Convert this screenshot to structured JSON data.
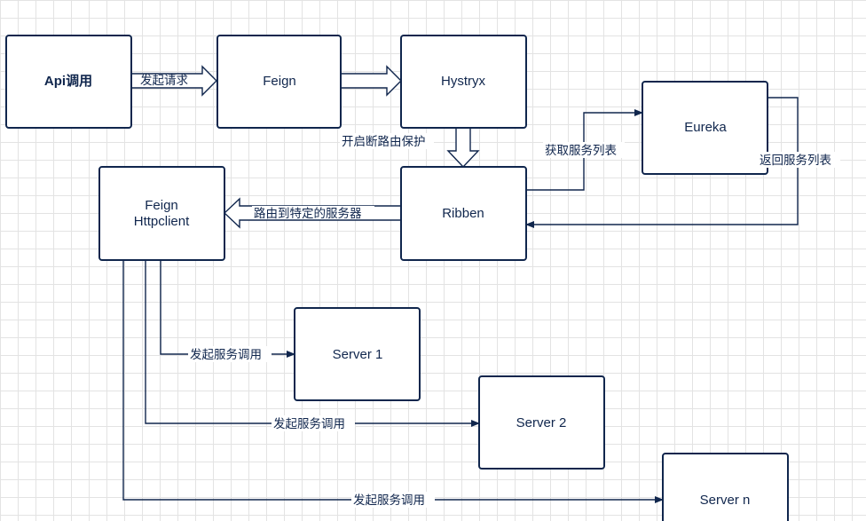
{
  "nodes": {
    "api": "Api调用",
    "feign": "Feign",
    "hystryx": "Hystryx",
    "eureka": "Eureka",
    "ribben": "Ribben",
    "feign_httpclient_line1": "Feign",
    "feign_httpclient_line2": "Httpclient",
    "server1": "Server 1",
    "server2": "Server 2",
    "servern": "Server n"
  },
  "edges": {
    "api_to_feign": "发起请求",
    "hystryx_to_ribben": "开启断路由保护",
    "ribben_to_eureka": "获取服务列表",
    "eureka_to_ribben": "返回服务列表",
    "ribben_to_httpclient": "路由到特定的服务器",
    "call_server1": "发起服务调用",
    "call_server2": "发起服务调用",
    "call_servern": "发起服务调用"
  },
  "colors": {
    "stroke": "#10264d",
    "grid": "#e3e3e3",
    "background": "#ffffff"
  }
}
